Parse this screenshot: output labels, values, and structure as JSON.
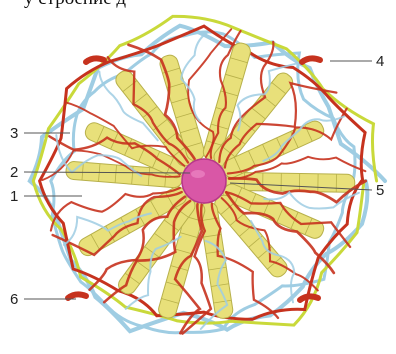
{
  "caption": "у строение д",
  "labels": [
    {
      "id": "label-1",
      "text": "1"
    },
    {
      "id": "label-2",
      "text": "2"
    },
    {
      "id": "label-3",
      "text": "3"
    },
    {
      "id": "label-4",
      "text": "4"
    },
    {
      "id": "label-5",
      "text": "5"
    },
    {
      "id": "label-6",
      "text": "6"
    }
  ],
  "colors": {
    "cords": "#e8e07a",
    "cord_edge": "#b7b04a",
    "blood_vessels": "#c6321e",
    "bile_ducts": "#9fcde3",
    "lymph": "#c9d93a",
    "central_vein": "#d957a6",
    "leader_lines": "#555555"
  }
}
